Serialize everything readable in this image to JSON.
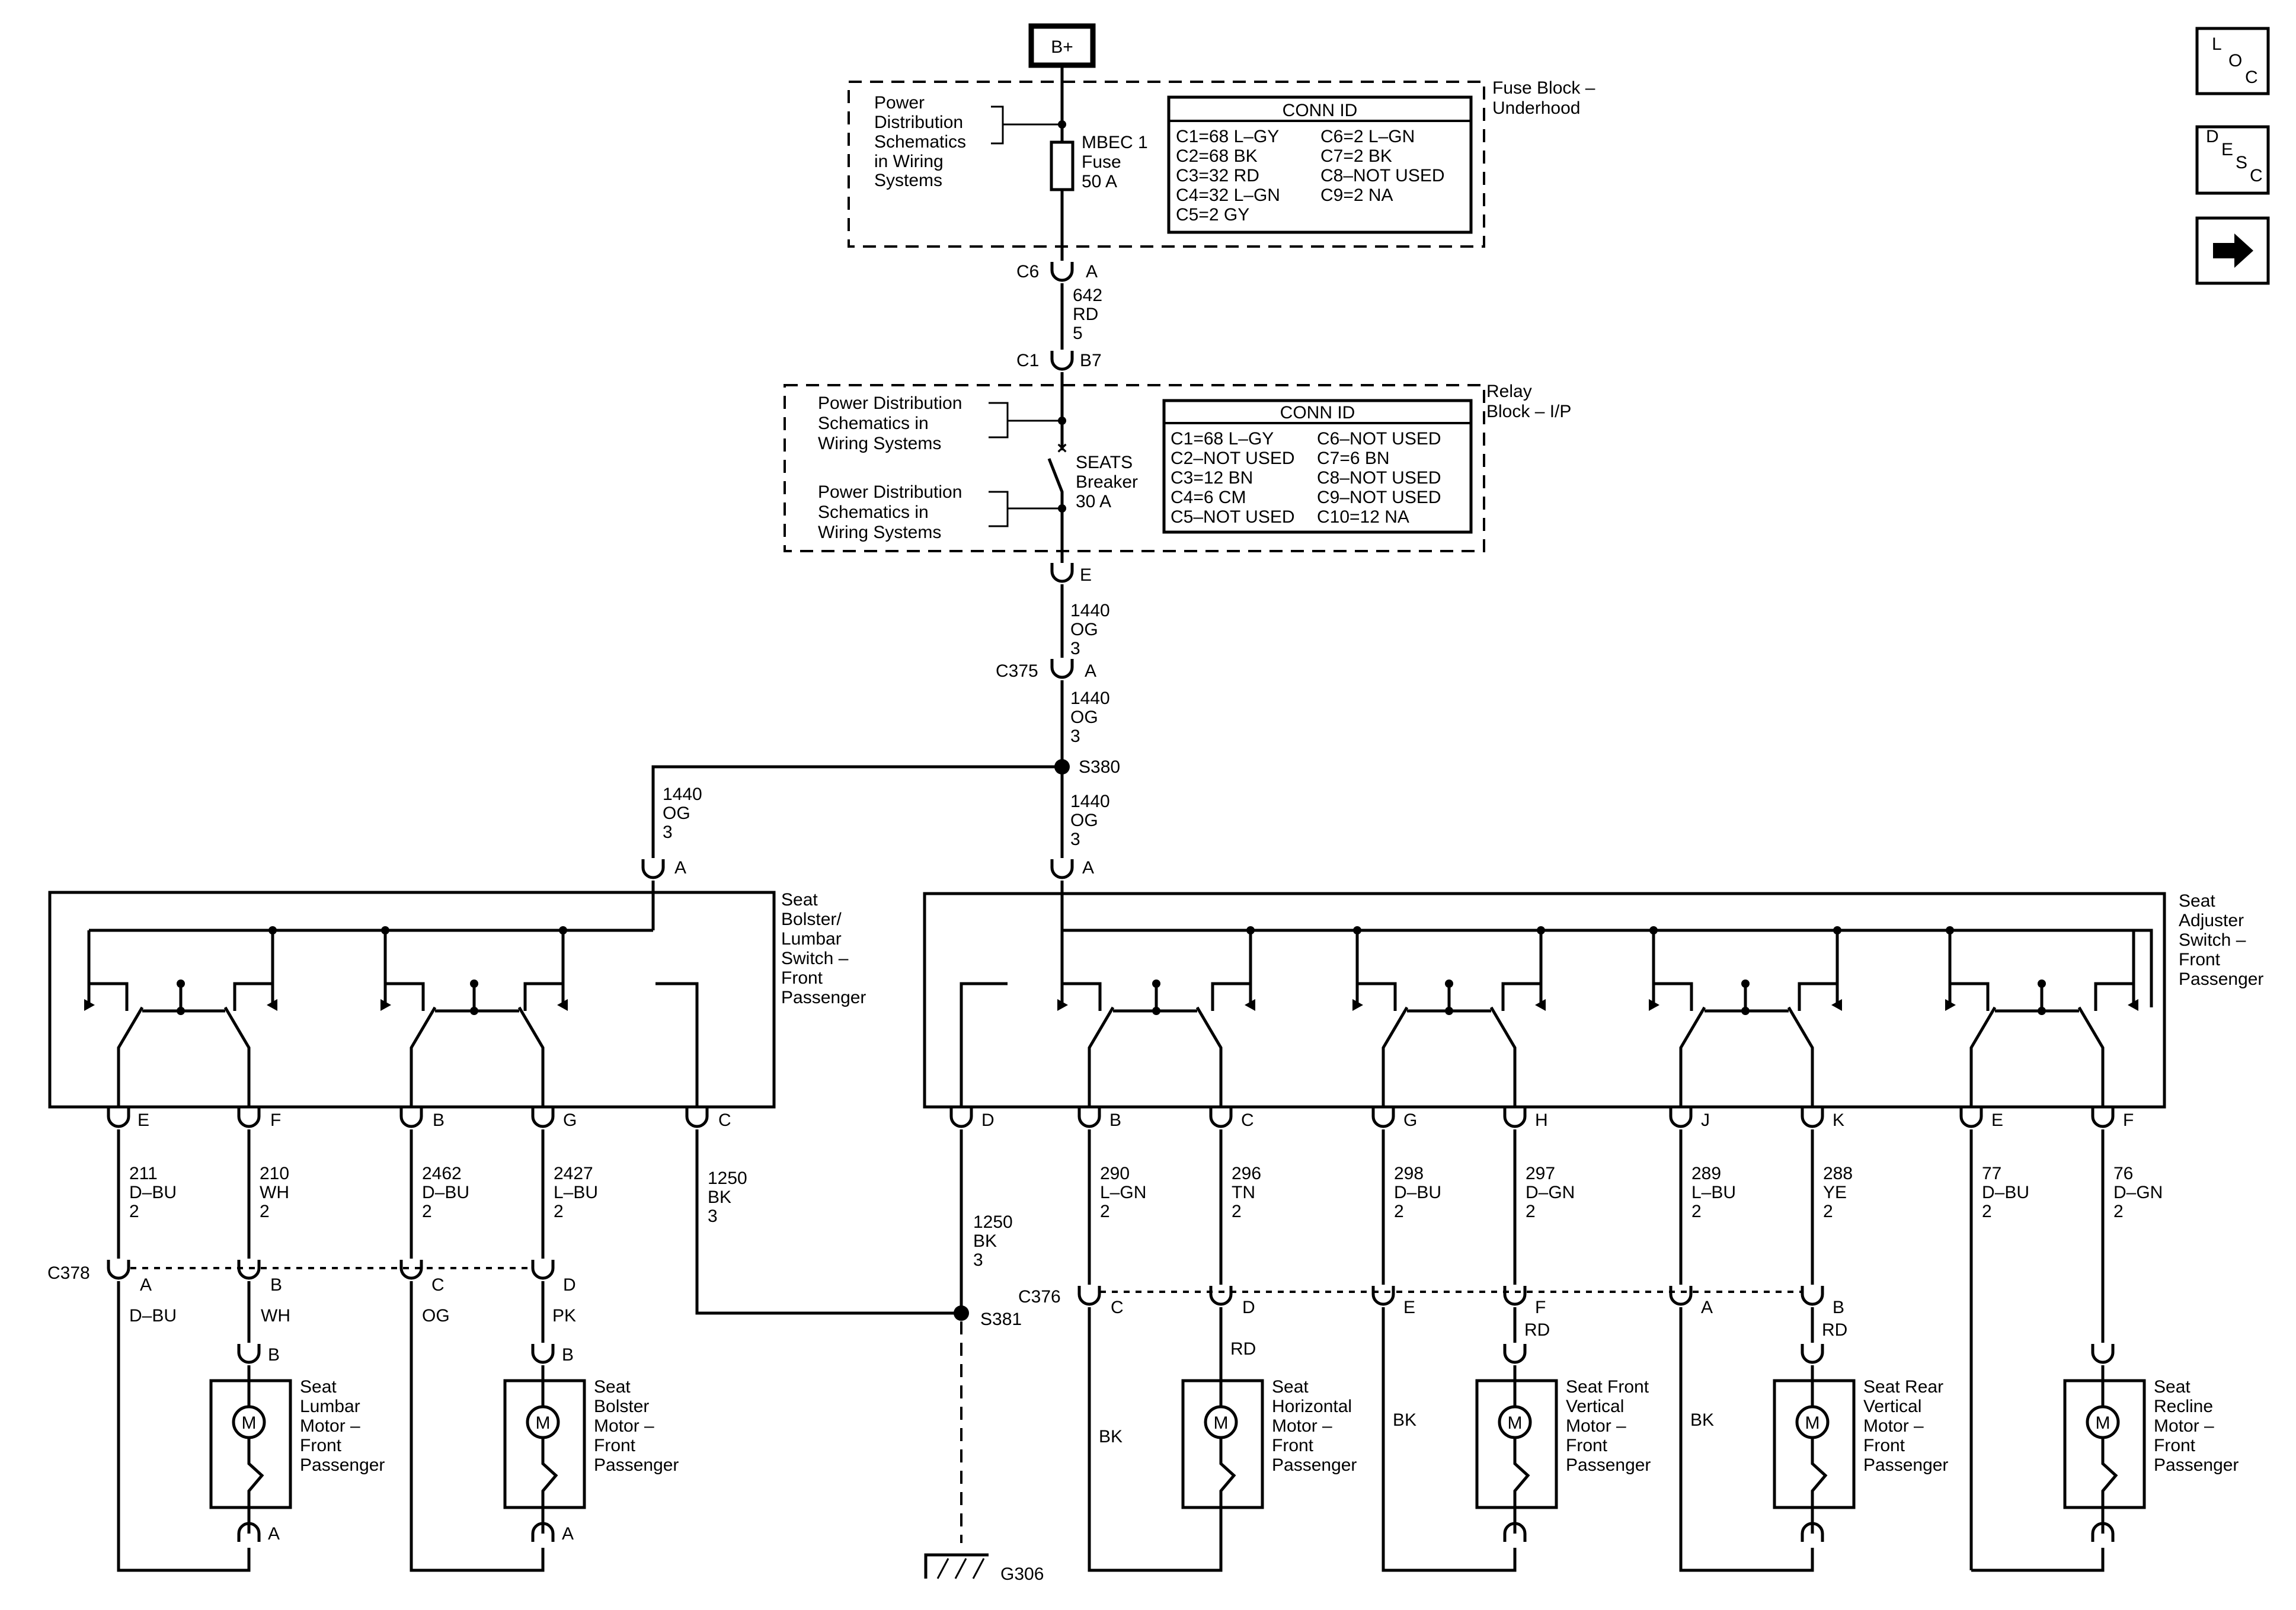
{
  "battery": {
    "label": "B+"
  },
  "nav": {
    "loc_l": "L",
    "loc_o": "O",
    "loc_c": "C",
    "desc_d": "D",
    "desc_e": "E",
    "desc_s": "S",
    "desc_c": "C"
  },
  "fuse_block": {
    "title_1": "Fuse Block –",
    "title_2": "Underhood",
    "pd_ref": [
      "Power",
      "Distribution",
      "Schematics",
      "in Wiring",
      "Systems"
    ],
    "fuse": [
      "MBEC 1",
      "Fuse",
      "50 A"
    ],
    "conn_id_title": "CONN ID",
    "conn_left": [
      "C1=68 L–GY",
      "C2=68 BK",
      "C3=32 RD",
      "C4=32 L–GN",
      "C5=2 GY"
    ],
    "conn_right": [
      "C6=2 L–GN",
      "C7=2 BK",
      "C8–NOT USED",
      "C9=2 NA"
    ]
  },
  "relay_block": {
    "title_1": "Relay",
    "title_2": "Block – I/P",
    "pd_ref_1": [
      "Power Distribution",
      "Schematics in",
      "Wiring Systems"
    ],
    "pd_ref_2": [
      "Power Distribution",
      "Schematics in",
      "Wiring Systems"
    ],
    "breaker": [
      "SEATS",
      "Breaker",
      "30 A"
    ],
    "conn_id_title": "CONN ID",
    "conn_left": [
      "C1=68 L–GY",
      "C2–NOT USED",
      "C3=12 BN",
      "C4=6 CM",
      "C5–NOT USED"
    ],
    "conn_right": [
      "C6–NOT USED",
      "C7=6 BN",
      "C8–NOT USED",
      "C9–NOT USED",
      "C10=12 NA"
    ]
  },
  "connectors": {
    "c6": "C6",
    "c6_pin": "A",
    "c1": "C1",
    "c1_pin": "B7",
    "relay_out_pin": "E",
    "c375": "C375",
    "c375_pin": "A",
    "s380": "S380",
    "lumbar_in_pin": "A",
    "adjuster_in_pin": "A",
    "c378": "C378",
    "c376": "C376",
    "s381": "S381",
    "g306": "G306"
  },
  "wires": {
    "w642": [
      "642",
      "RD",
      "5"
    ],
    "w1440a": [
      "1440",
      "OG",
      "3"
    ],
    "w1440b": [
      "1440",
      "OG",
      "3"
    ],
    "w1440c": [
      "1440",
      "OG",
      "3"
    ],
    "w1440d": [
      "1440",
      "OG",
      "3"
    ],
    "w1250a": [
      "1250",
      "BK",
      "3"
    ],
    "w1250b": [
      "1250",
      "BK",
      "3"
    ]
  },
  "lumbar_switch": {
    "title": [
      "Seat",
      "Bolster/",
      "Lumbar",
      "Switch –",
      "Front",
      "Passenger"
    ],
    "pins": [
      "E",
      "F",
      "B",
      "G",
      "C"
    ],
    "wires": [
      [
        "211",
        "D–BU",
        "2"
      ],
      [
        "210",
        "WH",
        "2"
      ],
      [
        "2462",
        "D–BU",
        "2"
      ],
      [
        "2427",
        "L–BU",
        "2"
      ]
    ],
    "c378_pins": [
      "A",
      "B",
      "C",
      "D"
    ],
    "c378_colors": [
      "D–BU",
      "WH",
      "OG",
      "PK"
    ]
  },
  "adjuster_switch": {
    "title": [
      "Seat",
      "Adjuster",
      "Switch –",
      "Front",
      "Passenger"
    ],
    "pins": [
      "D",
      "B",
      "C",
      "G",
      "H",
      "J",
      "K",
      "E",
      "F"
    ],
    "wires": [
      [
        "290",
        "L–GN",
        "2"
      ],
      [
        "296",
        "TN",
        "2"
      ],
      [
        "298",
        "D–BU",
        "2"
      ],
      [
        "297",
        "D–GN",
        "2"
      ],
      [
        "289",
        "L–BU",
        "2"
      ],
      [
        "288",
        "YE",
        "2"
      ],
      [
        "77",
        "D–BU",
        "2"
      ],
      [
        "76",
        "D–GN",
        "2"
      ]
    ],
    "c376_pins": [
      "C",
      "D",
      "E",
      "F",
      "A",
      "B"
    ]
  },
  "motors": {
    "symbol": "M",
    "lumbar": {
      "title": [
        "Seat",
        "Lumbar",
        "Motor –",
        "Front",
        "Passenger"
      ],
      "pin_top": "B",
      "pin_bottom": "A"
    },
    "bolster": {
      "title": [
        "Seat",
        "Bolster",
        "Motor –",
        "Front",
        "Passenger"
      ],
      "pin_top": "B",
      "pin_bottom": "A"
    },
    "horizontal": {
      "title": [
        "Seat",
        "Horizontal",
        "Motor –",
        "Front",
        "Passenger"
      ],
      "wire_top": "RD",
      "wire_left": "BK"
    },
    "front_vertical": {
      "title": [
        "Seat Front",
        "Vertical",
        "Motor –",
        "Front",
        "Passenger"
      ],
      "wire_top": "RD",
      "wire_left": "BK"
    },
    "rear_vertical": {
      "title": [
        "Seat Rear",
        "Vertical",
        "Motor –",
        "Front",
        "Passenger"
      ],
      "wire_top": "RD",
      "wire_left": "BK"
    },
    "recline": {
      "title": [
        "Seat",
        "Recline",
        "Motor –",
        "Front",
        "Passenger"
      ]
    }
  }
}
